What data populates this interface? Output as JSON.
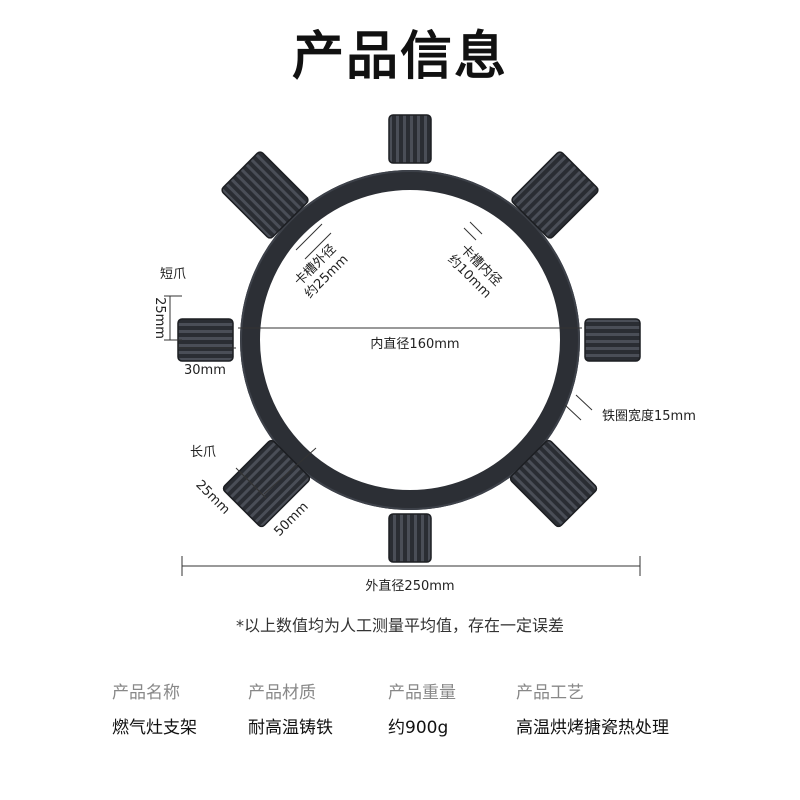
{
  "title": "产品信息",
  "labels": {
    "slot_outer": [
      "卡槽外径",
      "约25mm"
    ],
    "slot_inner": [
      "卡槽内径",
      "约10mm"
    ],
    "short_claw": "短爪",
    "short_height": "25mm",
    "short_width": "30mm",
    "long_claw": "长爪",
    "long_height": "25mm",
    "long_width": "50mm",
    "inner_diameter": "内直径160mm",
    "ring_width": "铁圈宽度15mm",
    "outer_diameter": "外直径250mm"
  },
  "note": "*以上数值均为人工测量平均值，存在一定误差",
  "specs": [
    {
      "label": "产品名称",
      "value": "燃气灶支架"
    },
    {
      "label": "产品材质",
      "value": "耐高温铸铁"
    },
    {
      "label": "产品重量",
      "value": "约900g"
    },
    {
      "label": "产品工艺",
      "value": "高温烘烤搪瓷热处理"
    }
  ]
}
